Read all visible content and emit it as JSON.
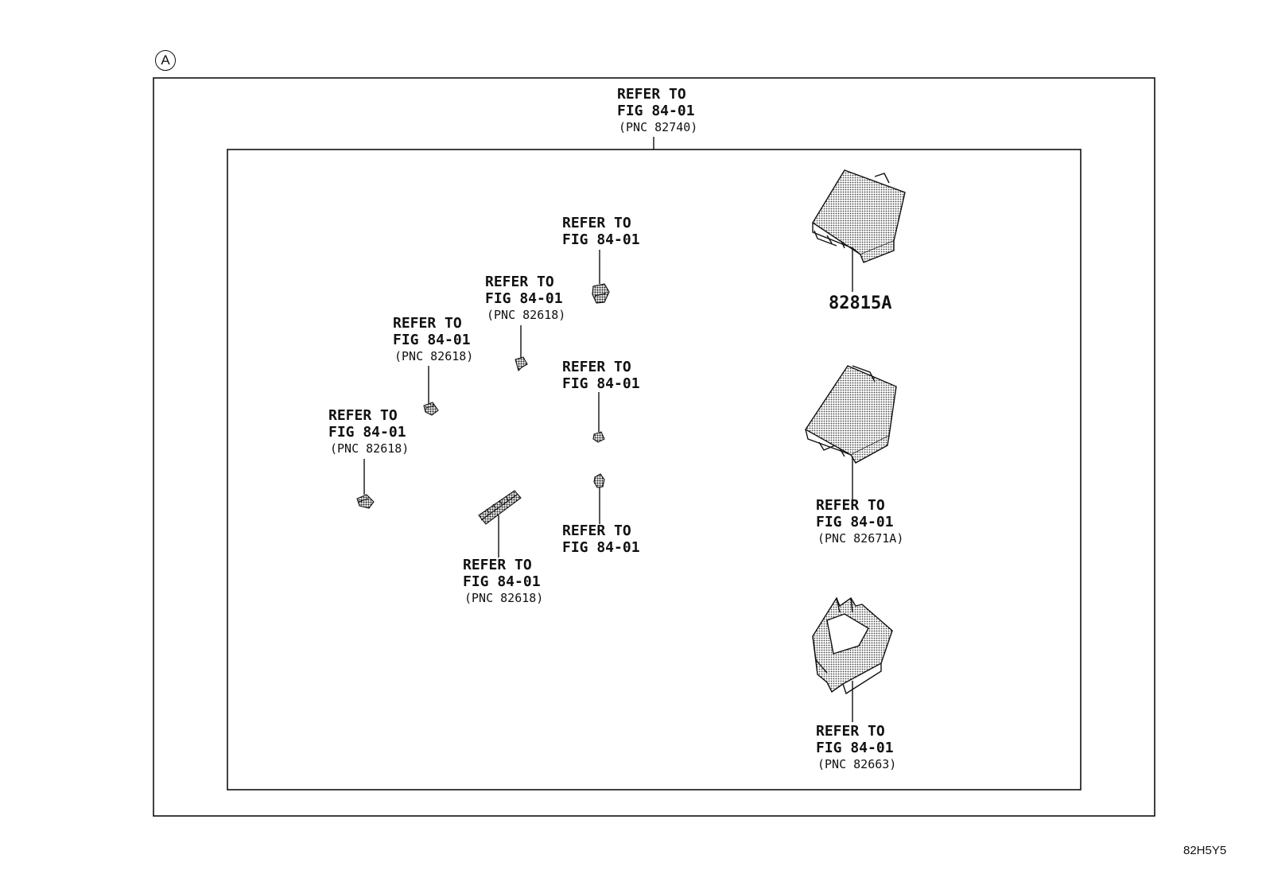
{
  "view_marker": "A",
  "drawing_code": "82H5Y5",
  "callouts": [
    {
      "id": "top",
      "line1": "REFER TO",
      "line2": "FIG 84-01",
      "line3": "(PNC 82740)"
    },
    {
      "id": "c-upper",
      "line1": "REFER TO",
      "line2": "FIG 84-01",
      "line3": ""
    },
    {
      "id": "c-mid1",
      "line1": "REFER TO",
      "line2": "FIG 84-01",
      "line3": "(PNC 82618)"
    },
    {
      "id": "c-mid2",
      "line1": "REFER TO",
      "line2": "FIG 84-01",
      "line3": "(PNC 82618)"
    },
    {
      "id": "c-left",
      "line1": "REFER TO",
      "line2": "FIG 84-01",
      "line3": "(PNC 82618)"
    },
    {
      "id": "c-center",
      "line1": "REFER TO",
      "line2": "FIG 84-01",
      "line3": ""
    },
    {
      "id": "c-lower",
      "line1": "REFER TO",
      "line2": "FIG 84-01",
      "line3": ""
    },
    {
      "id": "c-strip",
      "line1": "REFER TO",
      "line2": "FIG 84-01",
      "line3": "(PNC 82618)"
    },
    {
      "id": "c-box2",
      "line1": "REFER TO",
      "line2": "FIG 84-01",
      "line3": "(PNC 82671A)"
    },
    {
      "id": "c-box3",
      "line1": "REFER TO",
      "line2": "FIG 84-01",
      "line3": "(PNC 82663)"
    }
  ],
  "part_number": "82815A"
}
